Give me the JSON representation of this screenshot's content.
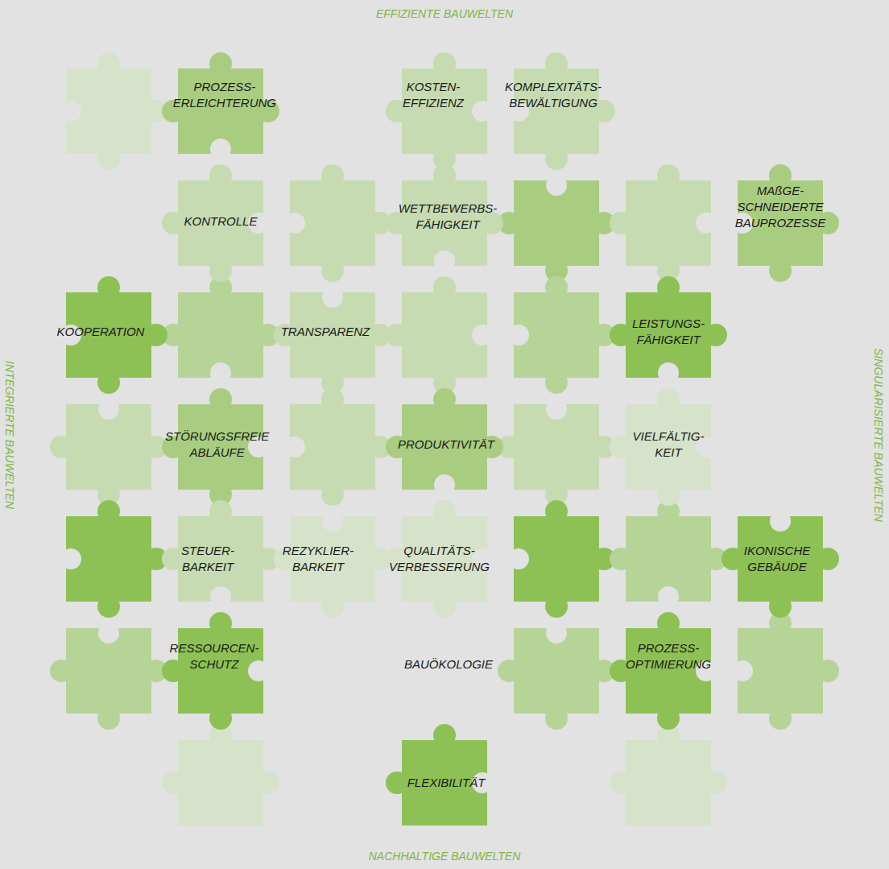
{
  "diagram": {
    "nodes": [
      {
        "text": [
          "PROZESS- ERLEICHTERUNG"
        ]
      },
      {
        "text": [
          "KOSTEN- EFFIZIENZ"
        ]
      },
      {
        "text": [
          "KOMPLEXITÄTS- BEWÄLTIGUNG"
        ]
      },
      {
        "text": [
          "KONTROLLE"
        ]
      },
      {
        "text": [
          "WETTBEWERBS- FÄHIGKEIT"
        ]
      },
      {
        "text": [
          "MAßGE- SCHNEIDERTE BAUPROZESSE"
        ]
      },
      {
        "text": [
          "KOOPERATION"
        ]
      },
      {
        "text": [
          "TRANSPARENZ"
        ]
      },
      {
        "text": [
          "LEISTUNGS- FÄHIGKEIT"
        ]
      },
      {
        "text": [
          "STÖRUNGSFREIE ABLÄUFE"
        ]
      },
      {
        "text": [
          "PRODUKTIVITÄT"
        ]
      },
      {
        "text": [
          "VIELFÄLTIG- KEIT"
        ]
      },
      {
        "text": [
          "STEUER- BARKEIT"
        ]
      },
      {
        "text": [
          "REZYKLIER- BARKEIT"
        ]
      },
      {
        "text": [
          "QUALITÄTS- VERBESSERUNG"
        ]
      },
      {
        "text": [
          "IKONISCHE GEBÄUDE"
        ]
      },
      {
        "text": [
          "RESSOURCEN- SCHUTZ"
        ]
      },
      {
        "text": [
          "PROZESS- OPTIMIERUNG"
        ]
      },
      {
        "text": [
          "FLEXIBILITÄT"
        ]
      }
    ],
    "labels": [
      "EFFIZIENTE BAUWELTEN",
      "INTEGRIERTE BAUWELTEN",
      "SINGULARISIERTE BAUWELTEN",
      "BAUÖKOLOGIE",
      "NACHHALTIGE BAUWELTEN"
    ]
  }
}
